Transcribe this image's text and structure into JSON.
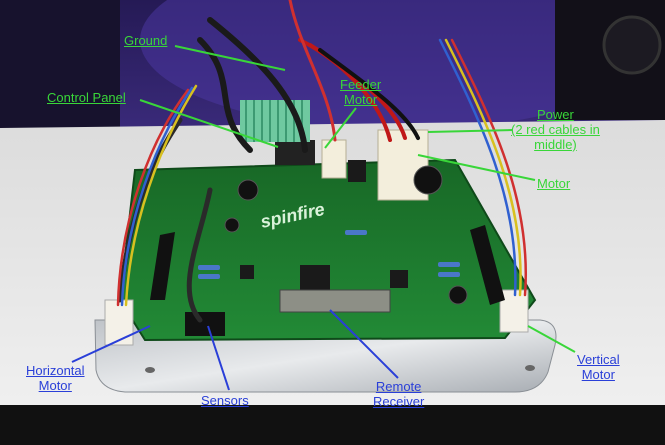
{
  "labels": {
    "ground": [
      "Ground"
    ],
    "control_panel": [
      "Control Panel"
    ],
    "feeder_motor": [
      "Feeder",
      "Motor"
    ],
    "power": [
      "Power",
      "(2 red cables in",
      "middle)"
    ],
    "motor": [
      "Motor"
    ],
    "horizontal_motor": [
      "Horizontal",
      "Motor"
    ],
    "sensors": [
      "Sensors"
    ],
    "remote_receiver": [
      "Remote",
      "Receiver"
    ],
    "vertical_motor": [
      "Vertical",
      "Motor"
    ]
  },
  "board_brand": "spinfire",
  "colors": {
    "label_green": "#39d639",
    "label_blue": "#2a3fd8",
    "board_green": "#1f7a2e",
    "background_purple": "#3b2a78",
    "table_white": "#e6e6e6"
  }
}
